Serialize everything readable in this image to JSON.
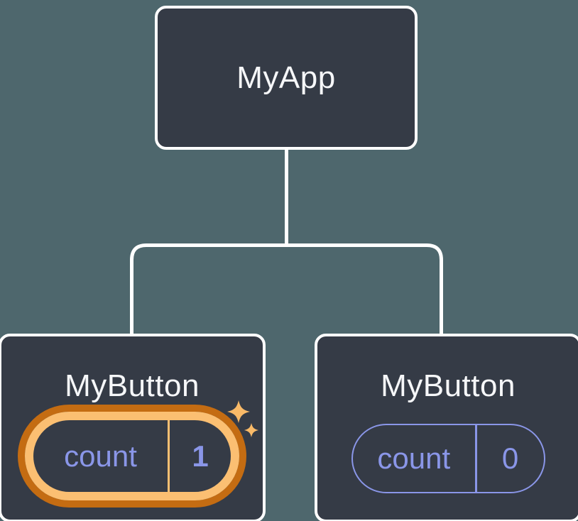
{
  "tree": {
    "root": {
      "label": "MyApp"
    },
    "children": [
      {
        "label": "MyButton",
        "highlighted": true,
        "state": {
          "key": "count",
          "value": "1"
        }
      },
      {
        "label": "MyButton",
        "highlighted": false,
        "state": {
          "key": "count",
          "value": "0"
        }
      }
    ]
  },
  "colors": {
    "canvas_bg": "#4e676d",
    "node_bg": "#353b46",
    "node_border": "#ffffff",
    "text_primary": "#f6f7f9",
    "accent_periwinkle": "#8a96e8",
    "highlight_outer": "#c46c12",
    "highlight_inner": "#fbbf72",
    "sparkle": "#f9ba68"
  }
}
